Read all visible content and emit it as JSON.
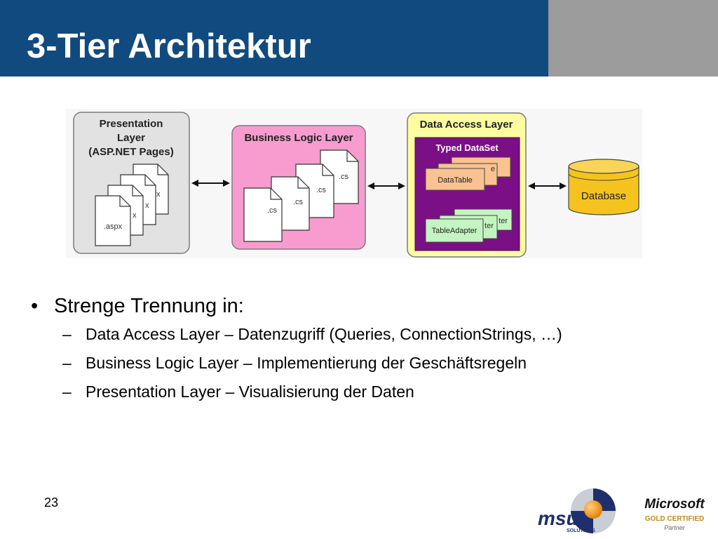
{
  "slide": {
    "title": "3-Tier Architektur",
    "page_number": "23"
  },
  "diagram": {
    "presentation_layer": {
      "title_lines": [
        "Presentation",
        "Layer",
        "(ASP.NET Pages)"
      ],
      "file_labels": [
        ".aspx",
        "x",
        "x",
        "x"
      ]
    },
    "business_logic_layer": {
      "title": "Business Logic Layer",
      "file_labels": [
        ".cs",
        ".cs",
        ".cs",
        ".cs"
      ]
    },
    "data_access_layer": {
      "title": "Data Access Layer",
      "typed_dataset": {
        "title": "Typed DataSet",
        "table_labels": [
          "DataTable",
          "e"
        ],
        "adapter_labels": [
          "TableAdapter",
          "ter",
          "ter"
        ]
      }
    },
    "database": {
      "label": "Database"
    }
  },
  "bullets": {
    "main": "Strenge Trennung in:",
    "subs": [
      "Data Access Layer – Datenzugriff (Queries, ConnectionStrings, …)",
      "Business Logic Layer – Implementierung der Geschäftsregeln",
      "Presentation Layer – Visualisierung der Daten"
    ]
  },
  "logos": {
    "msu": {
      "name": "msu",
      "sub": "SOLUTIONS"
    },
    "microsoft": {
      "name": "Microsoft",
      "badge": "GOLD CERTIFIED",
      "partner": "Partner"
    }
  },
  "colors": {
    "header_blue": "#114a7e",
    "header_gray": "#9c9c9c",
    "presentation_fill": "#e2e2e2",
    "business_fill": "#f89ccf",
    "data_access_fill": "#fdfca0",
    "typed_dataset_fill": "#7b0f85",
    "datatable_fill": "#f9c290",
    "adapter_fill": "#c5f4c3",
    "database_fill": "#f5c31e"
  }
}
